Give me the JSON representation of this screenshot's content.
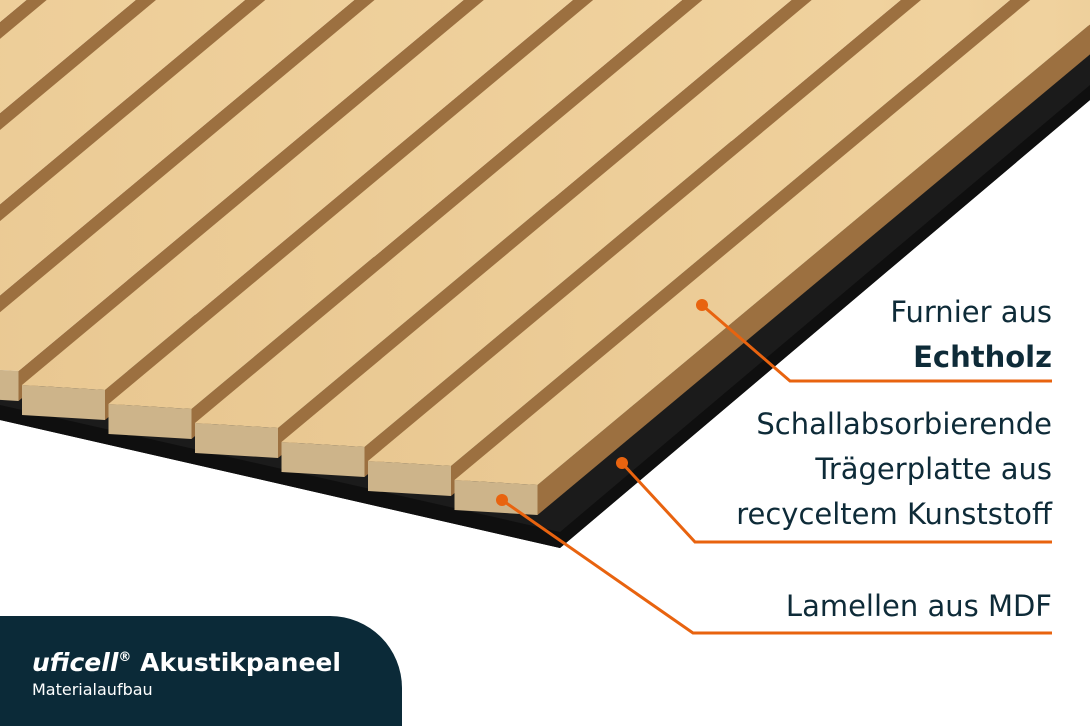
{
  "labels": {
    "veneer_line1": "Furnier aus",
    "veneer_line2": "Echtholz",
    "board_line1": "Schallabsorbierende",
    "board_line2": "Trägerplatte aus",
    "board_line3": "recyceltem Kunststoff",
    "slats": "Lamellen aus MDF"
  },
  "brand": {
    "name": "uficell",
    "registered": "®",
    "product": "Akustikpaneel",
    "subtitle": "Materialaufbau"
  },
  "colors": {
    "accent": "#e8630f",
    "navy": "#0b2a38",
    "wood": "#e3bf85",
    "wood_side": "#9c7040",
    "mdf": "#cdb48a",
    "board": "#1a1a1a"
  }
}
